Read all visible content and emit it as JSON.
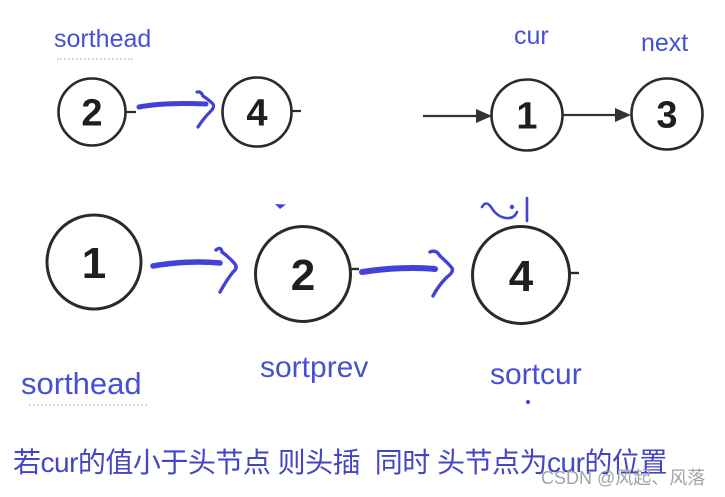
{
  "colors": {
    "background": "#ffffff",
    "node_stroke": "#2a2a2a",
    "node_number": "#1f1f1f",
    "pointer_label_blue": "#4651d2",
    "ink_blue": "#4242d8",
    "black_arrow": "#333333",
    "caption_blue": "#4444c6",
    "watermark_gray": "#a3a3a3"
  },
  "top_left_group": {
    "pointer_label": "sorthead",
    "nodes": [
      {
        "value": "2"
      },
      {
        "value": "4"
      }
    ]
  },
  "top_right_group": {
    "pointer_labels": [
      {
        "text": "cur"
      },
      {
        "text": "next"
      }
    ],
    "nodes": [
      {
        "value": "1"
      },
      {
        "value": "3"
      }
    ]
  },
  "middle_group": {
    "nodes": [
      {
        "value": "1"
      },
      {
        "value": "2"
      },
      {
        "value": "4"
      }
    ],
    "pointer_labels": [
      {
        "text": "sorthead"
      },
      {
        "text": "sortprev"
      },
      {
        "text": "sortcur"
      }
    ]
  },
  "caption": {
    "text": "若cur的值小于头节点 则头插  同时 头节点为cur的位置"
  },
  "watermark": {
    "text": "CSDN @风起、风落"
  }
}
